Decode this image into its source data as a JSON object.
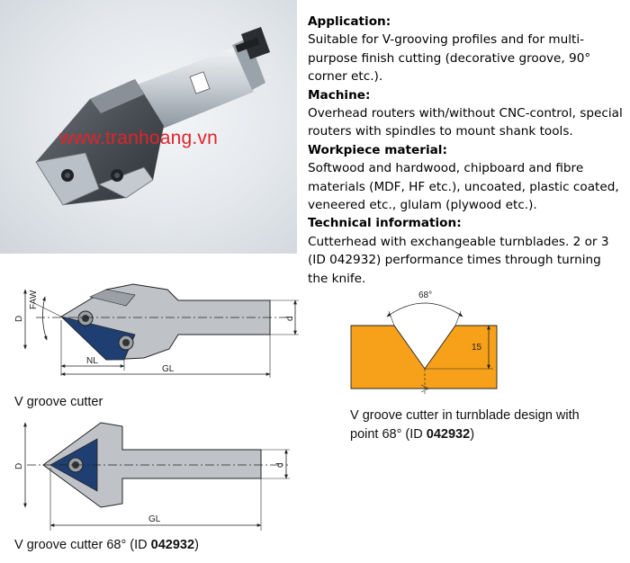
{
  "watermark": "www.tranhoang.vn",
  "info": {
    "application_heading": "Application:",
    "application_text": "Suitable for V-grooving profiles and for multi-purpose finish cutting (decorative groove, 90° corner etc.).",
    "machine_heading": "Machine:",
    "machine_text": "Overhead routers with/without CNC-control, special routers with spindles to mount shank tools.",
    "workpiece_heading": "Workpiece material:",
    "workpiece_text": "Softwood and hardwood, chipboard and fibre materials (MDF, HF etc.), uncoated, plastic coated, veneered etc., glulam (plywood etc.).",
    "technical_heading": "Technical information:",
    "technical_text": "Cutterhead with exchangeable turnblades. 2 or 3 (ID 042932) performance times through turning the knife."
  },
  "drawing1": {
    "label_faw": "FAW",
    "label_d_big": "D",
    "label_d_small": "d",
    "label_nl": "NL",
    "label_gl": "GL",
    "caption": "V groove cutter"
  },
  "drawing2": {
    "label_d_big": "D",
    "label_d_small": "d",
    "label_gl": "GL",
    "caption_prefix": "V groove cutter 68° (ID ",
    "caption_id": "042932",
    "caption_suffix": ")"
  },
  "groove": {
    "angle_label": "68°",
    "depth_label": "15",
    "caption_line1": "V groove cutter in turnblade design with",
    "caption_line2_prefix": "point 68° (ID ",
    "caption_id": "042932",
    "caption_line2_suffix": ")",
    "fill_color": "#f7a11a"
  }
}
